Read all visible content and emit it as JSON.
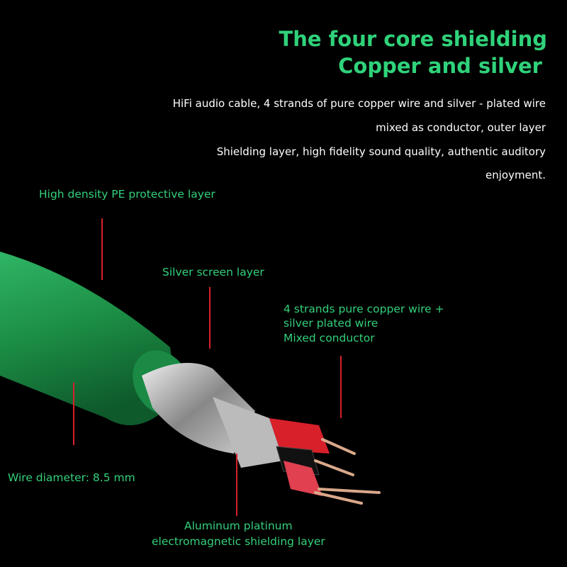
{
  "title": {
    "line1": "The four core shielding",
    "line2": "Copper and silver"
  },
  "description": [
    "HiFi audio cable, 4 strands of pure copper wire and silver - plated wire",
    "mixed as conductor, outer layer",
    "Shielding layer, high fidelity sound quality, authentic auditory",
    "enjoyment."
  ],
  "labels": {
    "pe_layer": "High density PE protective layer",
    "silver_screen": "Silver screen layer",
    "conductor": [
      "4 strands pure copper wire +",
      "silver plated wire",
      "Mixed conductor"
    ],
    "diameter": "Wire diameter: 8.5 mm",
    "aluminum": [
      "Aluminum platinum",
      "electromagnetic shielding layer"
    ]
  },
  "colors": {
    "accent": "#2fd27a",
    "leader_line": "#d8202a",
    "cable": "#1f9a4a"
  }
}
